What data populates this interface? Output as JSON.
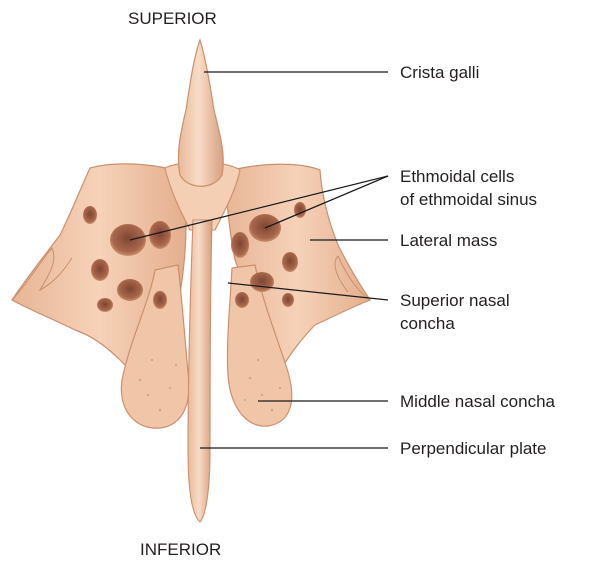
{
  "orientation": {
    "top": "SUPERIOR",
    "bottom": "INFERIOR"
  },
  "labels": {
    "crista_galli": "Crista galli",
    "ethmoidal_cells_line1": "Ethmoidal cells",
    "ethmoidal_cells_line2": "of ethmoidal sinus",
    "lateral_mass": "Lateral mass",
    "superior_nasal_concha_line1": "Superior nasal",
    "superior_nasal_concha_line2": "concha",
    "middle_nasal_concha": "Middle nasal concha",
    "perpendicular_plate": "Perpendicular plate"
  },
  "colors": {
    "bone": "#f0c4a4",
    "bone_shade": "#d9a07e",
    "cell_dark": "#a0624a",
    "cell_mid": "#c98566",
    "text": "#231f20"
  }
}
